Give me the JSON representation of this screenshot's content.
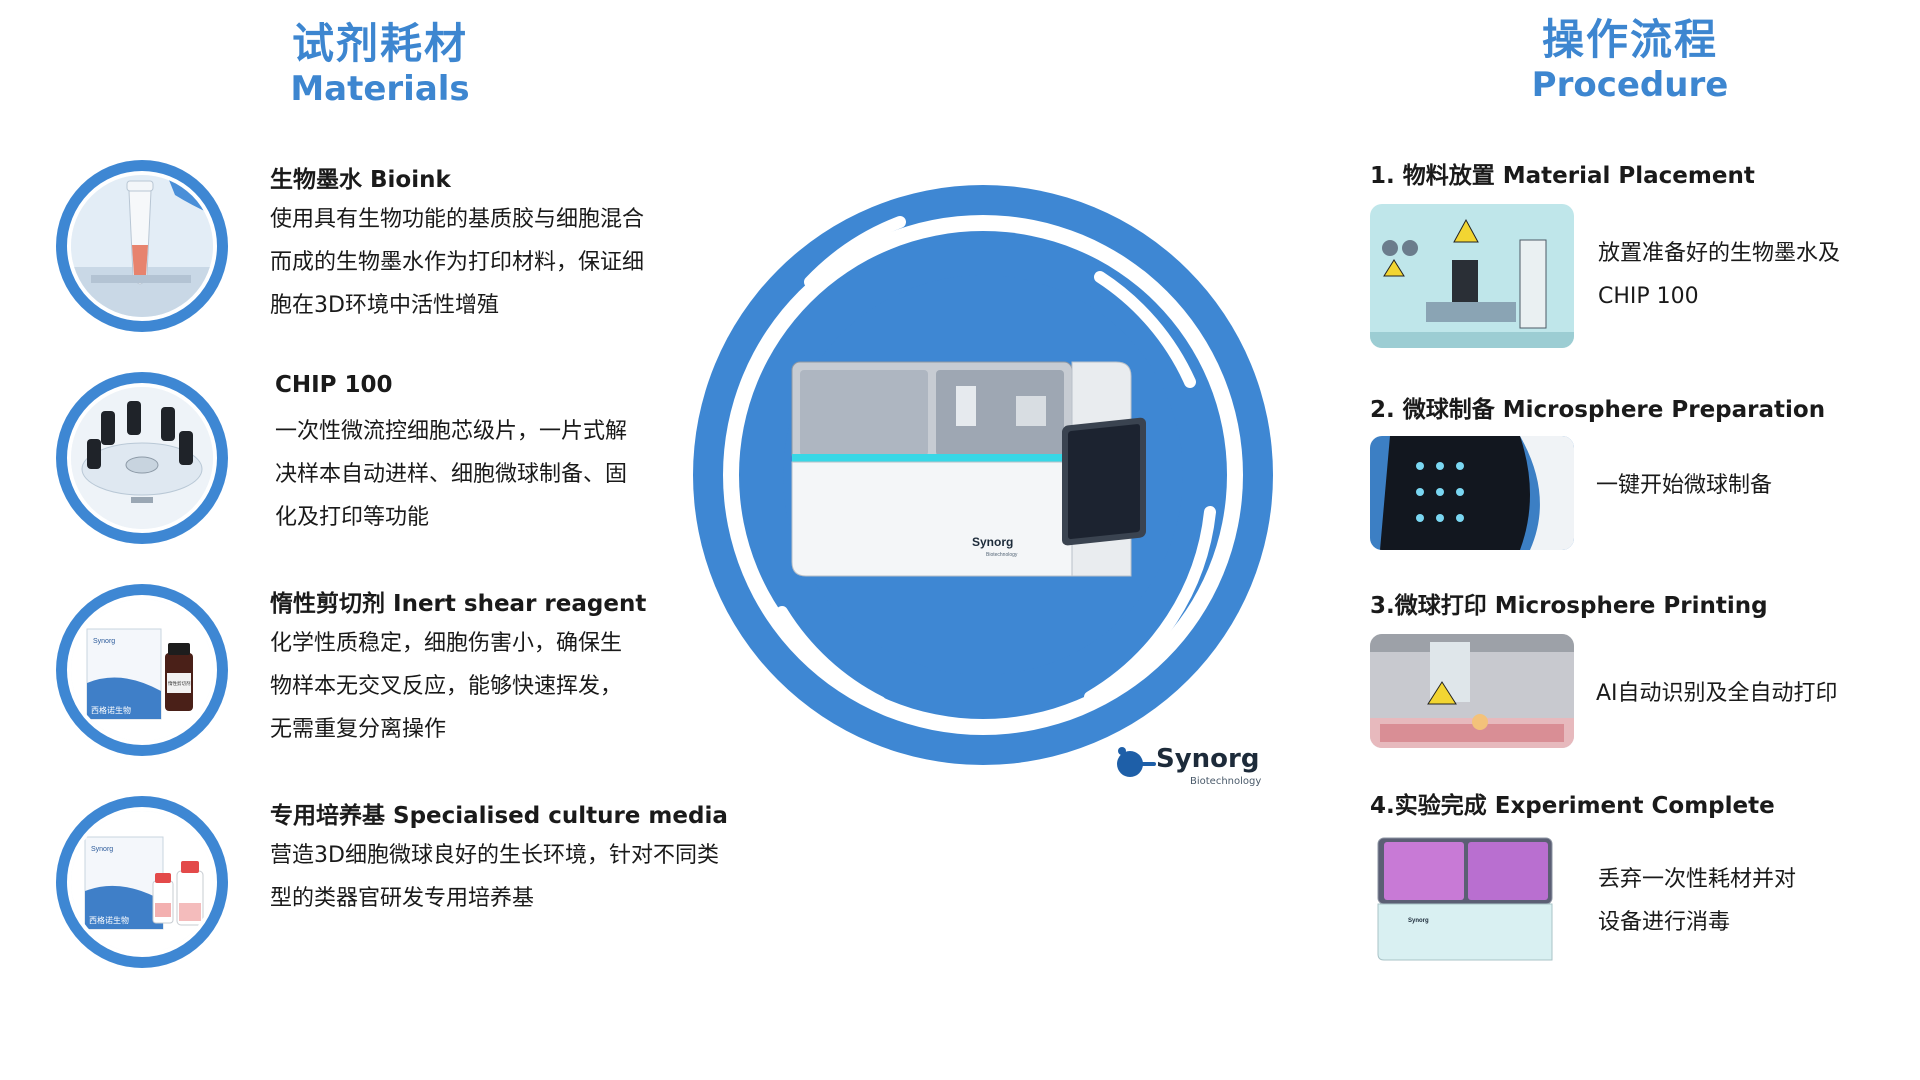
{
  "materials_header": {
    "zh": "试剂耗材",
    "en": "Materials"
  },
  "procedure_header": {
    "zh": "操作流程",
    "en": "Procedure"
  },
  "materials": [
    {
      "title": "生物墨水  Bioink",
      "lines": [
        "使用具有生物功能的基质胶与细胞混合",
        "而成的生物墨水作为打印材料，保证细",
        "胞在3D环境中活性增殖"
      ]
    },
    {
      "title": "CHIP 100",
      "lines": [
        "一次性微流控细胞芯级片，一片式解",
        "决样本自动进样、细胞微球制备、固",
        "化及打印等功能"
      ]
    },
    {
      "title": "惰性剪切剂  Inert shear reagent",
      "lines": [
        "化学性质稳定，细胞伤害小，确保生",
        "物样本无交叉反应，能够快速挥发，",
        "无需重复分离操作"
      ]
    },
    {
      "title": "专用培养基   Specialised culture media",
      "lines": [
        "营造3D细胞微球良好的生长环境，针对不同类",
        "型的类器官研发专用培养基"
      ]
    }
  ],
  "steps": [
    {
      "title": "1. 物料放置   Material Placement",
      "lines": [
        "放置准备好的生物墨水及",
        "CHIP 100"
      ]
    },
    {
      "title": "2. 微球制备  Microsphere Preparation",
      "lines": [
        "一键开始微球制备"
      ]
    },
    {
      "title": "3.微球打印  Microsphere Printing",
      "lines": [
        "AI自动识别及全自动打印"
      ]
    },
    {
      "title": "4.实验完成  Experiment Complete",
      "lines": [
        "丢弃一次性耗材并对",
        "设备进行消毒"
      ]
    }
  ],
  "brand": {
    "name": "Synorg",
    "sub": "Biotechnology",
    "machine_label": "Synorg",
    "machine_sub": "Biotechnology"
  },
  "product_labels": {
    "box_brand": "西格诺生物",
    "box_logo": "Synorg",
    "bottle_label": "惰性剪切剂"
  },
  "colors": {
    "accent": "#3d86d0",
    "ring": "#3e87d3",
    "text": "#1a1a1a",
    "screen": "#1c2330",
    "led": "#38d7e6"
  }
}
